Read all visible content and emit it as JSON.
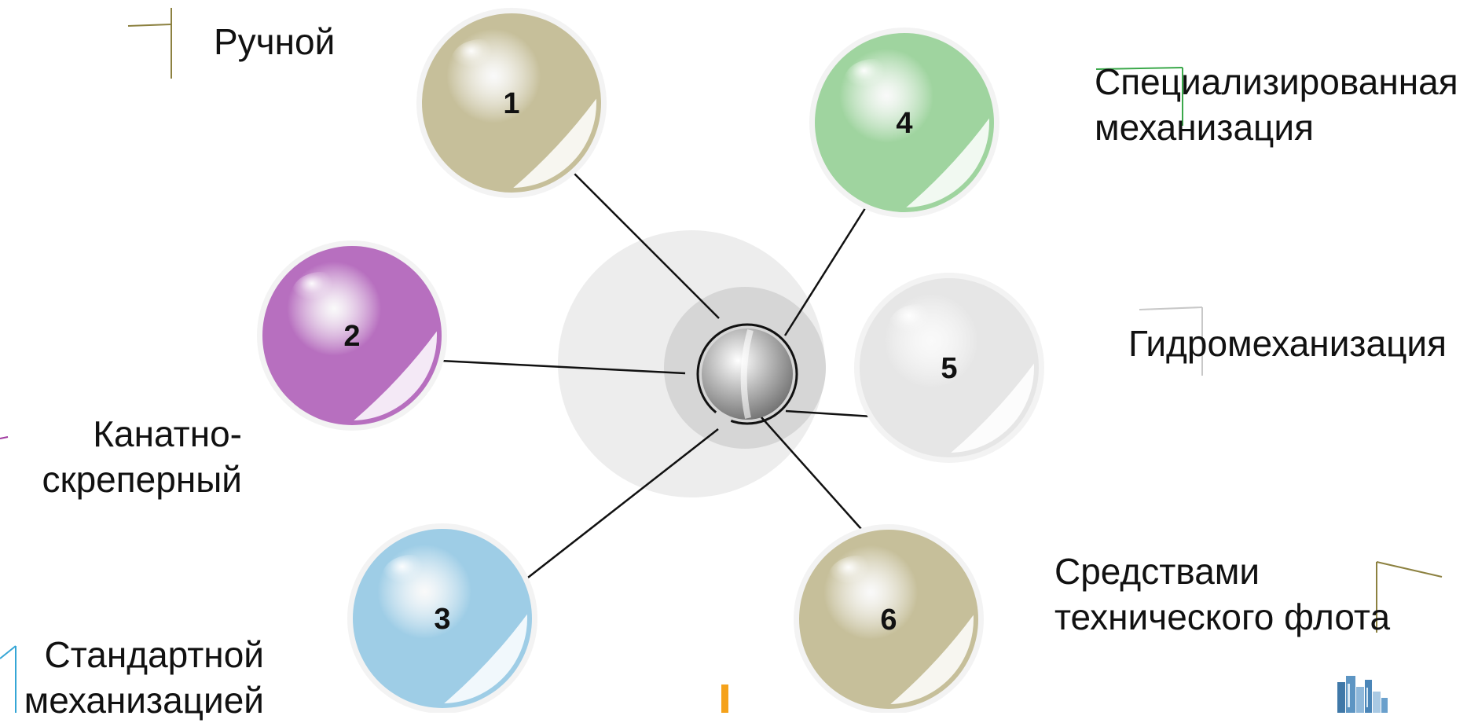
{
  "diagram": {
    "nodes": [
      {
        "id": "1",
        "number": "1",
        "label_lines": [
          "Ручной"
        ],
        "color": "#c6bf9a"
      },
      {
        "id": "2",
        "number": "2",
        "label_lines": [
          "Канатно-",
          "скреперный"
        ],
        "color": "#b76fbf"
      },
      {
        "id": "3",
        "number": "3",
        "label_lines": [
          "Стандартной",
          "механизацией"
        ],
        "color": "#9ecde6"
      },
      {
        "id": "4",
        "number": "4",
        "label_lines": [
          "Специализированная",
          "механизация"
        ],
        "color": "#9fd49f"
      },
      {
        "id": "5",
        "number": "5",
        "label_lines": [
          "Гидромеханизация"
        ],
        "color": "#e6e6e6"
      },
      {
        "id": "6",
        "number": "6",
        "label_lines": [
          "Средствами",
          "технического флота"
        ],
        "color": "#c6bf9a"
      }
    ],
    "hub_color": "#9a9a9a",
    "halo_color": "#ededed",
    "accent_colors": {
      "olive": "#8c8140",
      "green": "#3aa84a",
      "purple": "#a03aa0",
      "blue": "#35a6d6",
      "orange": "#f5a21b"
    }
  }
}
